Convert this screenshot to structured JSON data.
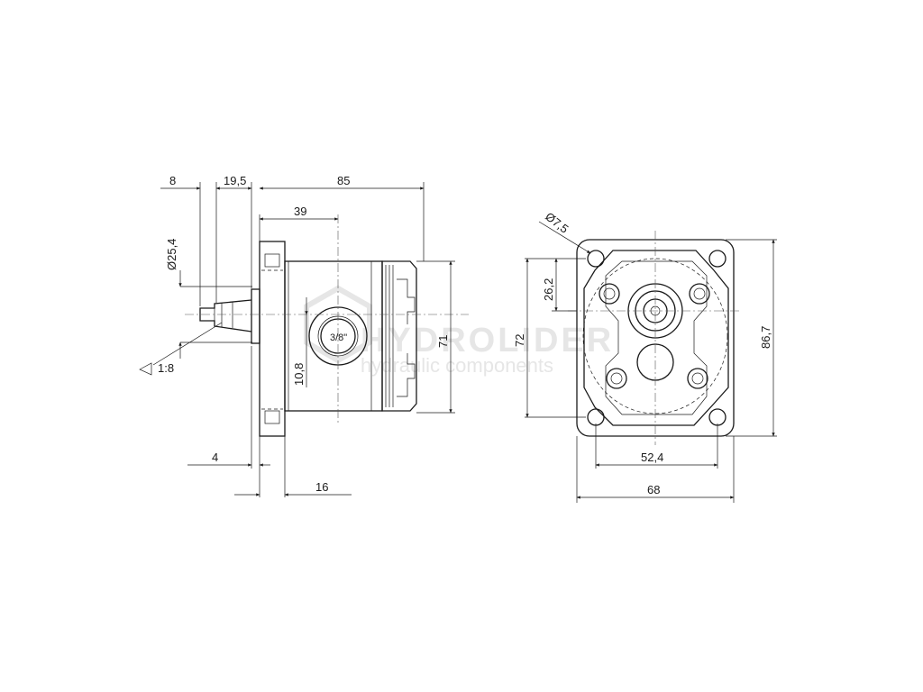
{
  "watermark": {
    "brand": "HYDROLIDER",
    "tagline": "hydraulic components"
  },
  "side_view": {
    "dims": {
      "d8": "8",
      "d19_5": "19,5",
      "d85": "85",
      "d39": "39",
      "d25_4": "Ø25,4",
      "taper": "1:8",
      "port": "3/8\"",
      "d10_8": "10,8",
      "d71": "71",
      "d4": "4",
      "d16": "16"
    }
  },
  "front_view": {
    "dims": {
      "d7_5": "Ø7,5",
      "d26_2": "26,2",
      "d72": "72",
      "d86_7": "86,7",
      "d52_4": "52,4",
      "d68": "68"
    }
  }
}
